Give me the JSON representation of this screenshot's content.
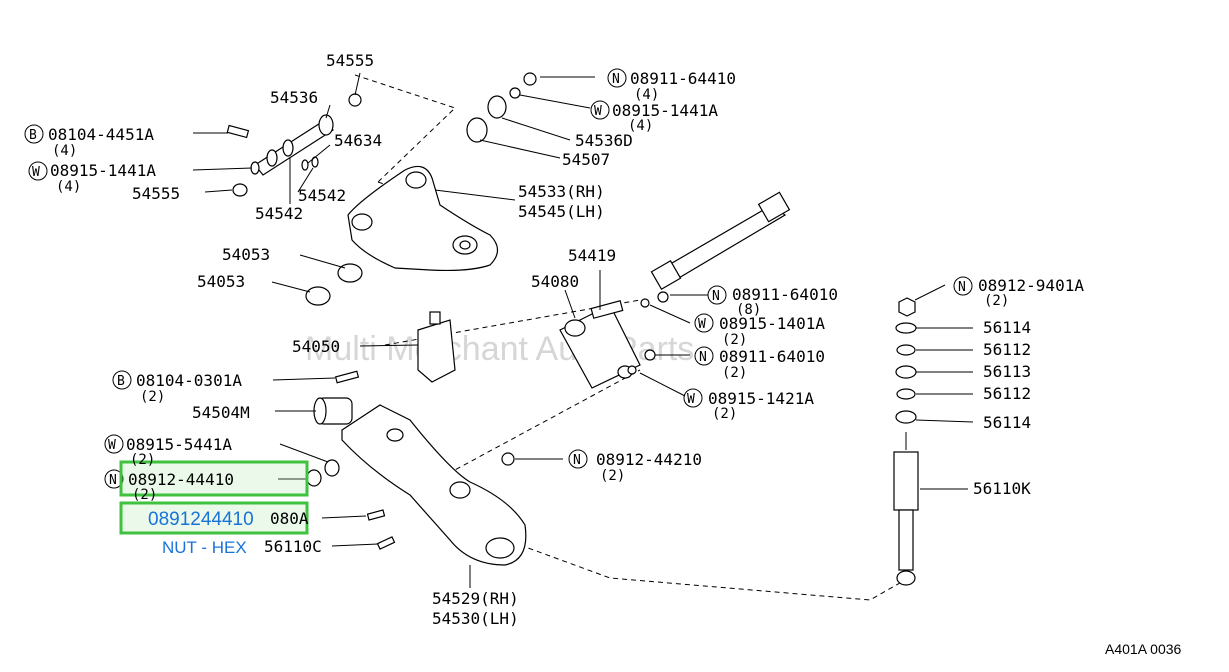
{
  "watermark": "Multi Merchant Auto Parts",
  "diagram_code": "A401A 0036",
  "highlight": {
    "part_number": "0891244410",
    "part_name": "NUT - HEX"
  },
  "labels": {
    "p54555_top": "54555",
    "p54536": "54536",
    "b08104_4451a": "08104-4451A",
    "b08104_4451a_qty": "(4)",
    "p54634": "54634",
    "w08915_1441a_left": "08915-1441A",
    "w08915_1441a_left_qty": "(4)",
    "p54555_left": "54555",
    "p54542_right": "54542",
    "p54542_left": "54542",
    "n08911_64410": "08911-64410",
    "n08911_64410_qty": "(4)",
    "w08915_1441a_right": "08915-1441A",
    "w08915_1441a_right_qty": "(4)",
    "p54536d": "54536D",
    "p54507": "54507",
    "p54533": "54533(RH)",
    "p54545": "54545(LH)",
    "p54053_a": "54053",
    "p54053_b": "54053",
    "p54419": "54419",
    "p54080": "54080",
    "n08911_64010_a": "08911-64010",
    "n08911_64010_a_qty": "(8)",
    "w08915_1401a": "08915-1401A",
    "w08915_1401a_qty": "(2)",
    "n08911_64010_b": "08911-64010",
    "n08911_64010_b_qty": "(2)",
    "w08915_1421a": "08915-1421A",
    "w08915_1421a_qty": "(2)",
    "p54050": "54050",
    "b08104_0301a": "08104-0301A",
    "b08104_0301a_qty": "(2)",
    "p54504m": "54504M",
    "w08915_5441a": "08915-5441A",
    "w08915_5441a_qty": "(2)",
    "n08912_44410": "08912-44410",
    "n08912_44410_qty": "(2)",
    "p54080a": "080A",
    "p56110c": "56110C",
    "n08912_44210": "08912-44210",
    "n08912_44210_qty": "(2)",
    "p54529": "54529(RH)",
    "p54530": "54530(LH)",
    "n08912_9401a": "08912-9401A",
    "n08912_9401a_qty": "(2)",
    "p56114_a": "56114",
    "p56112_a": "56112",
    "p56113": "56113",
    "p56112_b": "56112",
    "p56114_b": "56114",
    "p56110k": "56110K"
  },
  "prefix": {
    "B": "B",
    "W": "W",
    "N": "N"
  }
}
